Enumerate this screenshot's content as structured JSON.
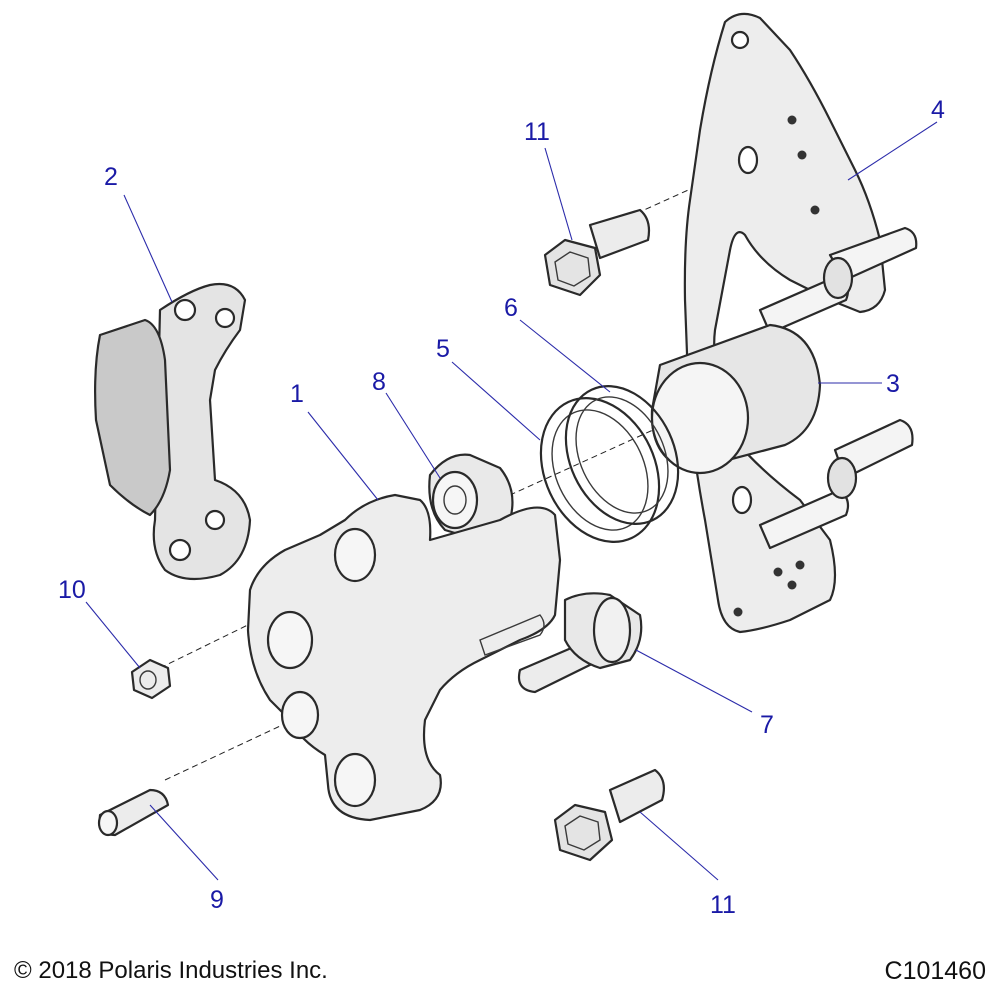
{
  "figure": {
    "copyright": "© 2018 Polaris Industries Inc.",
    "figure_id": "C101460"
  },
  "callouts": [
    {
      "key": "part-1",
      "label": "1"
    },
    {
      "key": "part-2",
      "label": "2"
    },
    {
      "key": "part-3",
      "label": "3"
    },
    {
      "key": "part-4",
      "label": "4"
    },
    {
      "key": "part-5",
      "label": "5"
    },
    {
      "key": "part-6",
      "label": "6"
    },
    {
      "key": "part-7",
      "label": "7"
    },
    {
      "key": "part-8",
      "label": "8"
    },
    {
      "key": "part-9",
      "label": "9"
    },
    {
      "key": "part-10",
      "label": "10"
    },
    {
      "key": "part-11-top",
      "label": "11"
    },
    {
      "key": "part-11-bottom",
      "label": "11"
    }
  ],
  "colors": {
    "callout_text": "#1a1aa6",
    "part_fill": "#ededed",
    "part_shadow": "#cfcfcf",
    "pad_fill": "#c9c9c9",
    "outline": "#2a2a2a"
  }
}
